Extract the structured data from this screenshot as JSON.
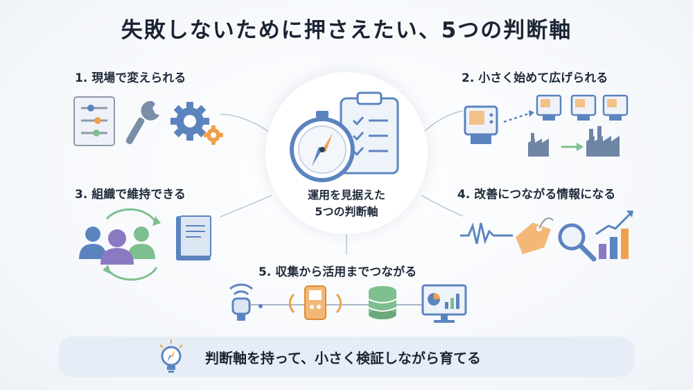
{
  "title": "失敗しないために押さえたい、5つの判断軸",
  "center": {
    "line1": "運用を見据えた",
    "line2": "5つの判断軸"
  },
  "items": [
    {
      "label": "1. 現場で変えられる",
      "icons": [
        "slider-panel-icon",
        "wrench-icon",
        "gear-icon"
      ]
    },
    {
      "label": "2. 小さく始めて広げられる",
      "icons": [
        "machine-icon",
        "factory-icon"
      ]
    },
    {
      "label": "3. 組織で維持できる",
      "icons": [
        "team-icon",
        "cycle-arrows-icon",
        "manual-book-icon"
      ]
    },
    {
      "label": "4. 改善につながる情報になる",
      "icons": [
        "waveform-icon",
        "tag-icon",
        "magnifier-icon",
        "trend-chart-icon"
      ]
    },
    {
      "label": "5. 収集から活用までつながる",
      "icons": [
        "sensor-icon",
        "device-icon",
        "database-icon",
        "dashboard-monitor-icon"
      ]
    }
  ],
  "footer": {
    "text": "判断軸を持って、小さく検証しながら育てる",
    "icon": "lightbulb-compass-icon"
  },
  "colors": {
    "blue": "#5b84bf",
    "orange": "#f0a04b",
    "green": "#7dbf8e",
    "purple": "#8b79c4",
    "gray": "#8d99a8"
  }
}
